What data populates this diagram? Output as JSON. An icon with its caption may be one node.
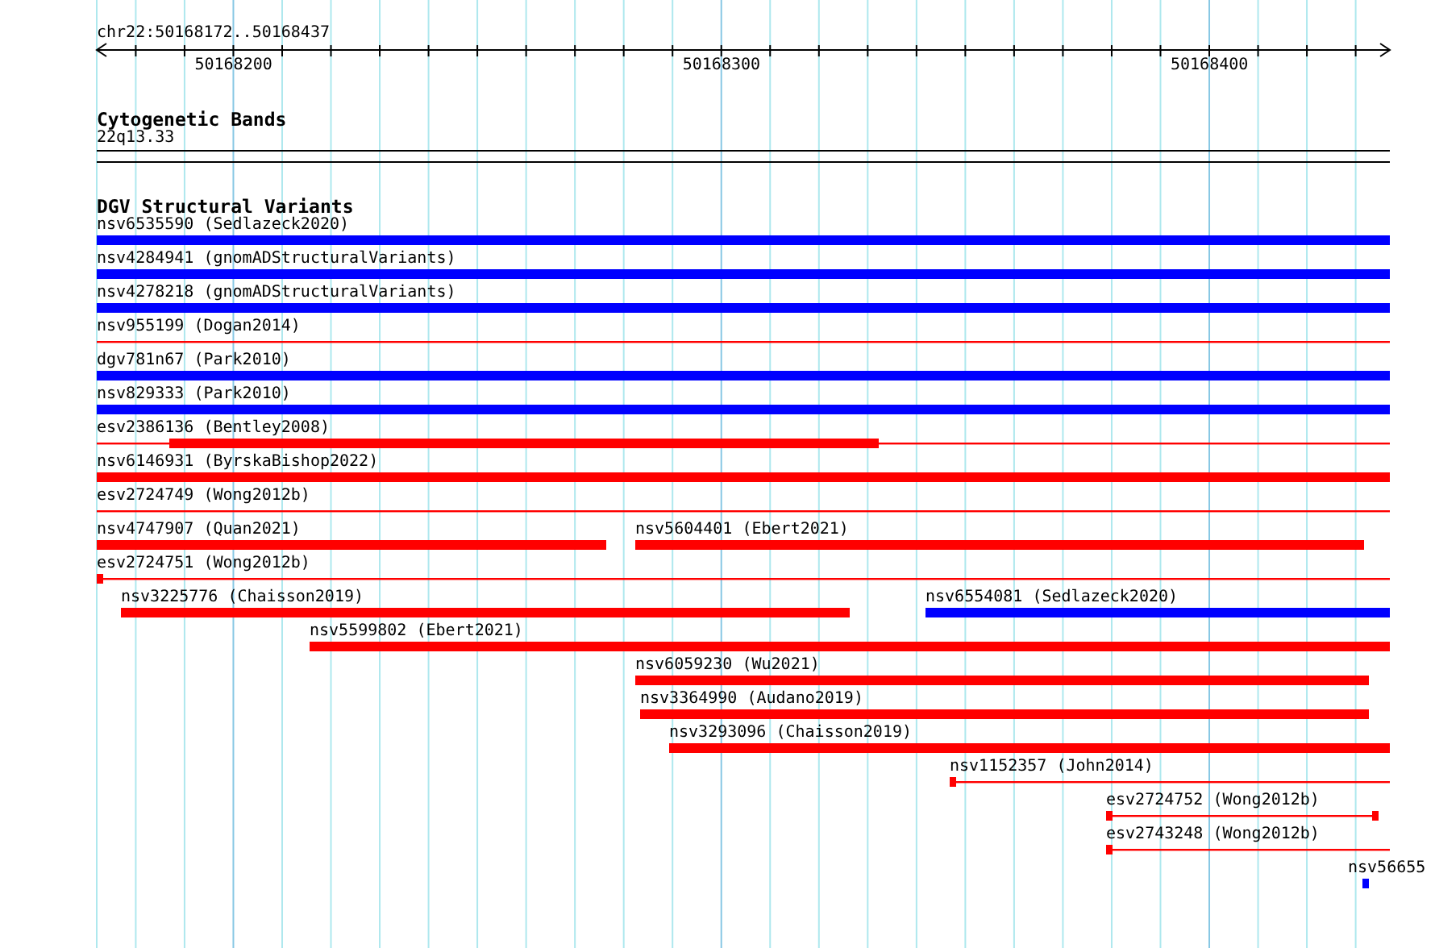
{
  "diagram": {
    "nodes": [
      {
        "text": [
          "Cytogenetic Bands"
        ]
      },
      {
        "text": [
          "22q13.33"
        ],
        "in": 0
      },
      {
        "text": [
          "DGV Structural Variants"
        ]
      },
      {
        "text": [
          "nsv6535590 (Sedlazeck2020)"
        ],
        "in": 2
      },
      {
        "text": [
          "nsv4284941 (gnomADStructuralVariants)"
        ],
        "in": 2
      },
      {
        "text": [
          "nsv4278218 (gnomADStructuralVariants)"
        ],
        "in": 2
      },
      {
        "text": [
          "nsv955199 (Dogan2014)"
        ],
        "in": 2
      },
      {
        "text": [
          "dgv781n67 (Park2010)"
        ],
        "in": 2
      },
      {
        "text": [
          "nsv829333 (Park2010)"
        ],
        "in": 2
      },
      {
        "text": [
          "esv2386136 (Bentley2008)"
        ],
        "in": 2
      },
      {
        "text": [
          "nsv6146931 (ByrskaBishop2022)"
        ],
        "in": 2
      },
      {
        "text": [
          "esv2724749 (Wong2012b)"
        ],
        "in": 2
      },
      {
        "text": [
          "nsv4747907 (Quan2021)"
        ],
        "in": 2
      },
      {
        "text": [
          "nsv5604401 (Ebert2021)"
        ],
        "in": 2
      },
      {
        "text": [
          "esv2724751 (Wong2012b)"
        ],
        "in": 2
      },
      {
        "text": [
          "nsv3225776 (Chaisson2019)"
        ],
        "in": 2
      },
      {
        "text": [
          "nsv6554081 (Sedlazeck2020)"
        ],
        "in": 2
      },
      {
        "text": [
          "nsv5599802 (Ebert2021)"
        ],
        "in": 2
      },
      {
        "text": [
          "nsv6059230 (Wu2021)"
        ],
        "in": 2
      },
      {
        "text": [
          "nsv3364990 (Audano2019)"
        ],
        "in": 2
      },
      {
        "text": [
          "nsv3293096 (Chaisson2019)"
        ],
        "in": 2
      },
      {
        "text": [
          "nsv1152357 (John2014)"
        ],
        "in": 2
      },
      {
        "text": [
          "esv2724752 (Wong2012b)"
        ],
        "in": 2
      },
      {
        "text": [
          "esv2743248 (Wong2012b)"
        ],
        "in": 2
      },
      {
        "text": [
          "nsv56655"
        ],
        "in": 2
      }
    ],
    "labels": [
      "chr22:50168172..50168437",
      "50168200",
      "50168300",
      "50168400"
    ]
  }
}
